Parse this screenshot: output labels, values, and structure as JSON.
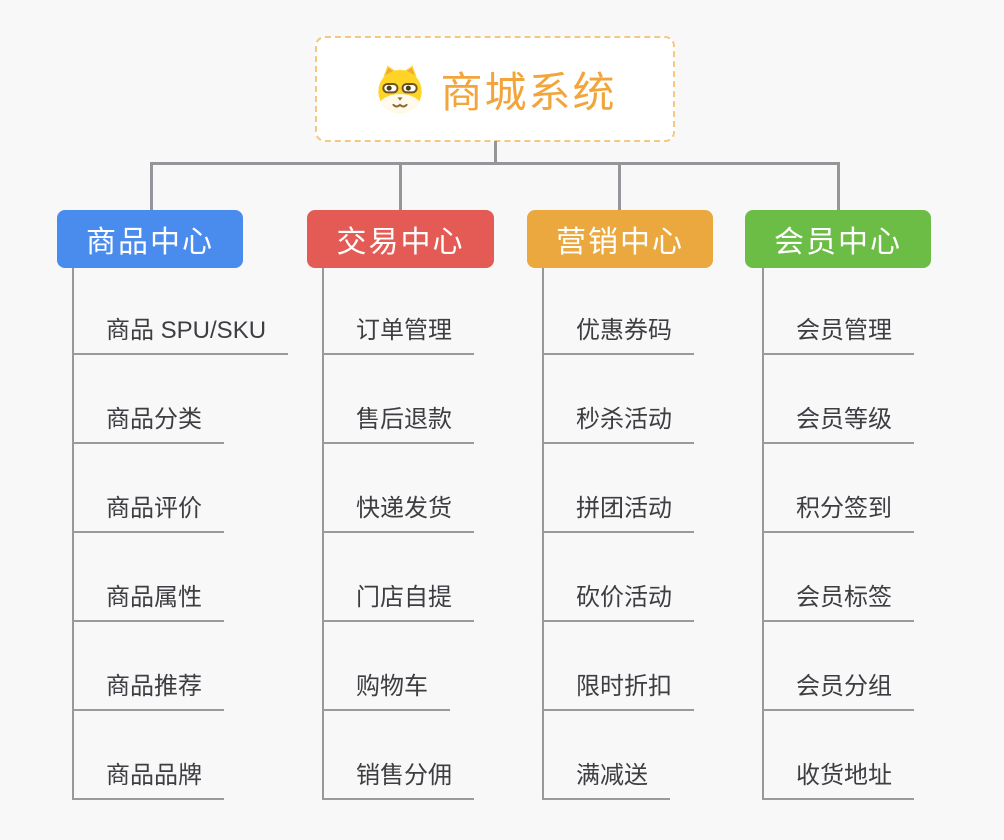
{
  "root": {
    "title": "商城系统",
    "icon": "doge-face-icon"
  },
  "branches": [
    {
      "id": "product-center",
      "label": "商品中心",
      "color": "#4a8cee",
      "children": [
        "商品 SPU/SKU",
        "商品分类",
        "商品评价",
        "商品属性",
        "商品推荐",
        "商品品牌"
      ]
    },
    {
      "id": "trade-center",
      "label": "交易中心",
      "color": "#e45b55",
      "children": [
        "订单管理",
        "售后退款",
        "快递发货",
        "门店自提",
        "购物车",
        "销售分佣"
      ]
    },
    {
      "id": "marketing-center",
      "label": "营销中心",
      "color": "#eaa83e",
      "children": [
        "优惠券码",
        "秒杀活动",
        "拼团活动",
        "砍价活动",
        "限时折扣",
        "满减送"
      ]
    },
    {
      "id": "member-center",
      "label": "会员中心",
      "color": "#6cbd45",
      "children": [
        "会员管理",
        "会员等级",
        "积分签到",
        "会员标签",
        "会员分组",
        "收货地址"
      ]
    }
  ],
  "colors": {
    "background": "#f8f8f8",
    "connector": "#95959a",
    "underline": "#9a9a9d",
    "leaf_text": "#3d3d42",
    "root_text": "#f2a53b",
    "root_border": "#f4c881",
    "branch_text": "#ffffff"
  }
}
